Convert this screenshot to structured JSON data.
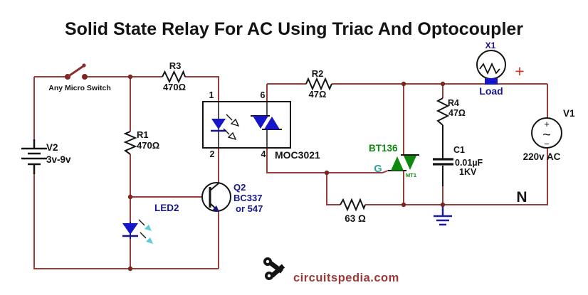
{
  "title": "Solid State Relay For AC Using Triac And Optocoupler",
  "control_side": {
    "switch_label": "Any Micro Switch",
    "battery": {
      "ref": "V2",
      "value": "3v-9v"
    },
    "r3": {
      "ref": "R3",
      "value": "470Ω"
    },
    "r1": {
      "ref": "R1",
      "value": "470Ω"
    },
    "led": {
      "ref": "LED2"
    },
    "transistor": {
      "ref": "Q2",
      "part": "BC337",
      "alt": "or 547"
    }
  },
  "optocoupler": {
    "part": "MOC3021",
    "pin1": "1",
    "pin2": "2",
    "pin4": "4",
    "pin6": "6"
  },
  "ac_side": {
    "r2": {
      "ref": "R2",
      "value": "47Ω"
    },
    "r4": {
      "ref": "R4",
      "value": "47Ω"
    },
    "r63": {
      "value": "63 Ω"
    },
    "triac": {
      "ref": "BT136",
      "gate": "G",
      "terminal": "MT1"
    },
    "c1": {
      "ref": "C1",
      "value": "0.01µF",
      "rating": "1KV"
    },
    "lamp": {
      "ref": "X1",
      "label": "Load"
    },
    "line_plus": "+",
    "source": {
      "ref": "V1",
      "value": "220v AC",
      "plus": "+",
      "sine": "~",
      "minus": "−"
    },
    "neutral": "N"
  },
  "footer": {
    "brand": "circuitspedia.com"
  },
  "colors": {
    "wire": "#9a3c38",
    "junction": "#7c2623",
    "switch": "#8b2f2b",
    "component_blue": "#1616c8",
    "label_navy": "#16168c",
    "triac_green": "#0f8a0f",
    "gate_teal": "#2e9e96",
    "arrow_cyan": "#56cfd6",
    "ground_blue": "#1c1c9c",
    "plus_red": "#e03428",
    "brand_maroon": "#9c3838"
  }
}
